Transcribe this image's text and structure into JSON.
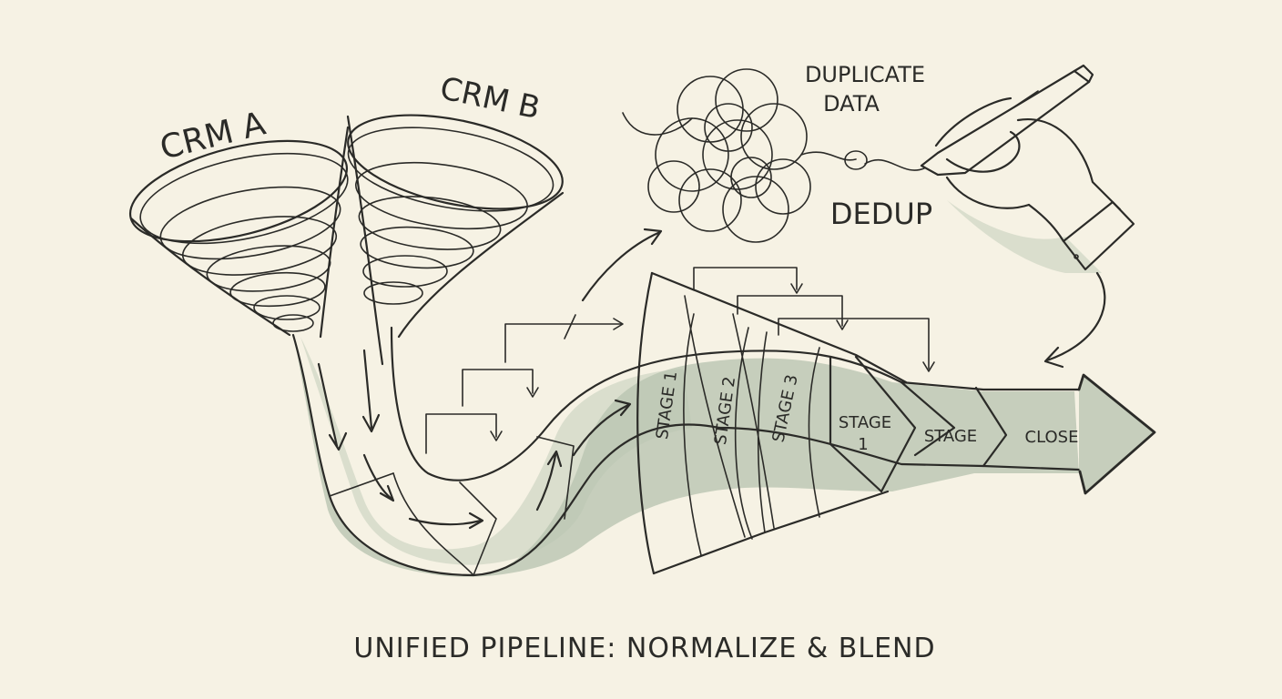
{
  "labels": {
    "crm_a": "CRM A",
    "crm_b": "CRM B",
    "duplicate_data": [
      "DUPLICATE",
      "DATA"
    ],
    "dedup": "DEDUP",
    "stage_1_tilted": "STAGE 1",
    "stage_2_tilted": "STAGE 2",
    "stage_3_tilted": "STAGE 3",
    "stage_1_box": [
      "STAGE",
      "1"
    ],
    "stage_box": "STAGE",
    "close": "CLOSE",
    "caption": "UNIFIED PIPELINE: NORMALIZE & BLEND"
  },
  "colors": {
    "paper": "#f6f2e4",
    "ink": "#2b2b28",
    "wash": "#9fb09a"
  },
  "icons": {
    "funnel": "funnel-icon",
    "tangle": "tangled-scribble-icon",
    "hand": "hand-with-pen-icon"
  }
}
